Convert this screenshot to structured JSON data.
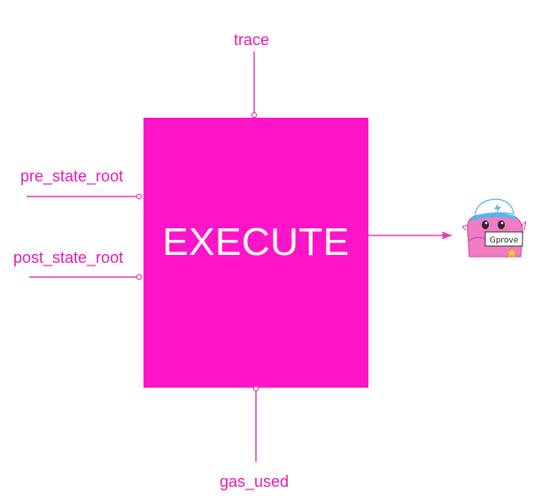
{
  "diagram": {
    "block_label": "EXECUTE",
    "inputs": {
      "top": "trace",
      "left_upper": "pre_state_root",
      "left_lower": "post_state_root",
      "bottom": "gas_used"
    },
    "mascot_sign_text": "Gprove"
  },
  "colors": {
    "accent": "#ff14c8",
    "label": "#e61ab4",
    "line": "#e83cbe",
    "mascot_body": "#f07cc4",
    "mascot_cap": "#5ab4e6"
  }
}
